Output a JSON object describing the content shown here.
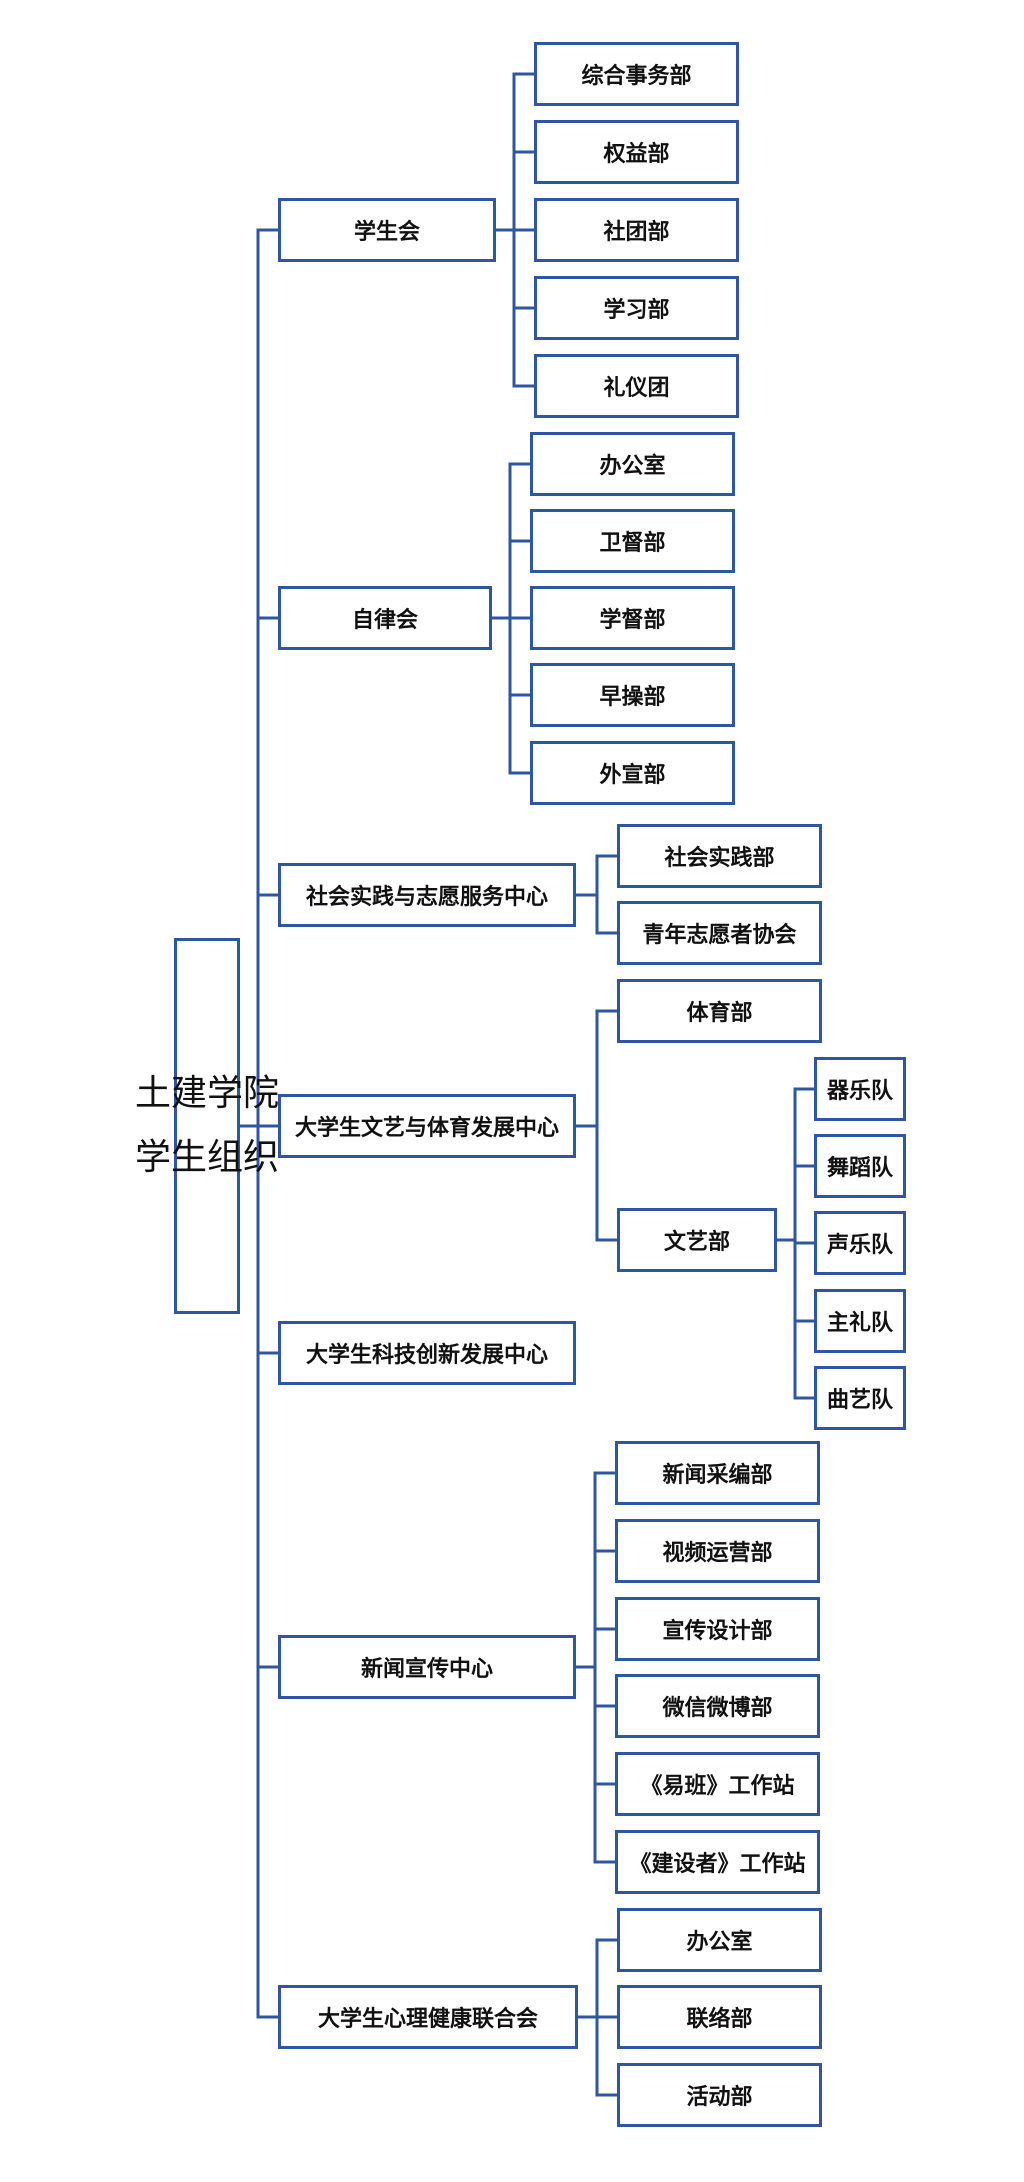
{
  "diagram": {
    "accent_color": "#2f56a0",
    "root": {
      "label": "土建学院学生组织",
      "line1": "土建学院",
      "line2": "学生组织"
    },
    "branches": [
      {
        "label": "学生会",
        "children": [
          {
            "label": "综合事务部"
          },
          {
            "label": "权益部"
          },
          {
            "label": "社团部"
          },
          {
            "label": "学习部"
          },
          {
            "label": "礼仪团"
          }
        ]
      },
      {
        "label": "自律会",
        "children": [
          {
            "label": "办公室"
          },
          {
            "label": "卫督部"
          },
          {
            "label": "学督部"
          },
          {
            "label": "早操部"
          },
          {
            "label": "外宣部"
          }
        ]
      },
      {
        "label": "社会实践与志愿服务中心",
        "children": [
          {
            "label": "社会实践部"
          },
          {
            "label": "青年志愿者协会"
          }
        ]
      },
      {
        "label": "大学生文艺与体育发展中心",
        "children": [
          {
            "label": "体育部"
          },
          {
            "label": "文艺部",
            "children": [
              {
                "label": "器乐队"
              },
              {
                "label": "舞蹈队"
              },
              {
                "label": "声乐队"
              },
              {
                "label": "主礼队"
              },
              {
                "label": "曲艺队"
              }
            ]
          }
        ]
      },
      {
        "label": "大学生科技创新发展中心",
        "children": []
      },
      {
        "label": "新闻宣传中心",
        "children": [
          {
            "label": "新闻采编部"
          },
          {
            "label": "视频运营部"
          },
          {
            "label": "宣传设计部"
          },
          {
            "label": "微信微博部"
          },
          {
            "label": "《易班》工作站"
          },
          {
            "label": "《建设者》工作站"
          }
        ]
      },
      {
        "label": "大学生心理健康联合会",
        "children": [
          {
            "label": "办公室"
          },
          {
            "label": "联络部"
          },
          {
            "label": "活动部"
          }
        ]
      }
    ]
  }
}
